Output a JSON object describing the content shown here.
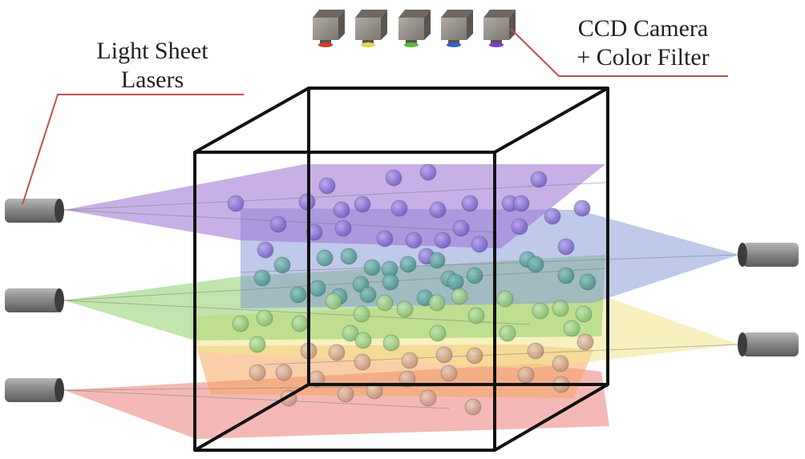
{
  "labels": {
    "lasers_line1": "Light Sheet",
    "lasers_line2": "Lasers",
    "camera_line1": "CCD Camera",
    "camera_line2": "+ Color Filter"
  },
  "colors": {
    "leader_line": "#c0504d",
    "box_edge": "#111111",
    "sheet_purple": "#9b6fd1",
    "sheet_blue": "#7f93d6",
    "sheet_green": "#8ed06a",
    "sheet_yellow": "#f3e48a",
    "sheet_orange": "#f4a561",
    "sheet_red": "#ec8a86",
    "particle_purple": "#7a62c8",
    "particle_teal": "#4f9d9a",
    "particle_green": "#86c17a",
    "particle_tan": "#c79a84",
    "device_body": "#8c8c8c"
  },
  "camera_filters": [
    {
      "name": "red-filter",
      "color": "#d23a2e"
    },
    {
      "name": "yellow-filter",
      "color": "#e6d94a"
    },
    {
      "name": "green-filter",
      "color": "#5dbb3c"
    },
    {
      "name": "blue-filter",
      "color": "#3a5fc8"
    },
    {
      "name": "purple-filter",
      "color": "#7a3cc8"
    }
  ],
  "icons": [
    "laser-icon",
    "camera-icon"
  ]
}
